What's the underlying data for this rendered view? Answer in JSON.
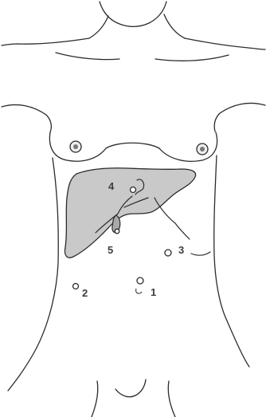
{
  "diagram": {
    "ports": [
      {
        "label": "1"
      },
      {
        "label": "2"
      },
      {
        "label": "3"
      },
      {
        "label": "4"
      },
      {
        "label": "5"
      }
    ],
    "colors": {
      "line": "#2b2b2b",
      "liver_fill": "#c9c9c9",
      "paper": "#ffffff"
    }
  }
}
